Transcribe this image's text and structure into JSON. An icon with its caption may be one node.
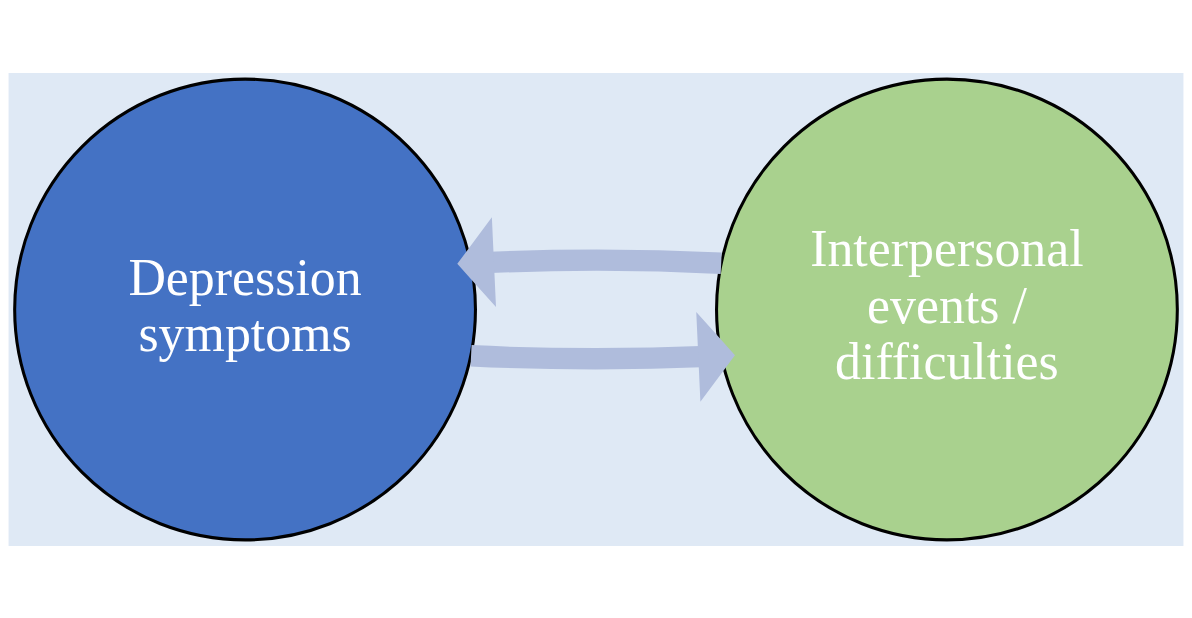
{
  "diagram": {
    "nodes": [
      {
        "text": [
          "Depression symptoms"
        ]
      },
      {
        "text": [
          "Interpersonal events / difficulties"
        ]
      }
    ],
    "edges": [
      {
        "from": 0,
        "to": 1,
        "arrow": "to"
      },
      {
        "from": 1,
        "to": 0,
        "arrow": "to"
      }
    ]
  }
}
